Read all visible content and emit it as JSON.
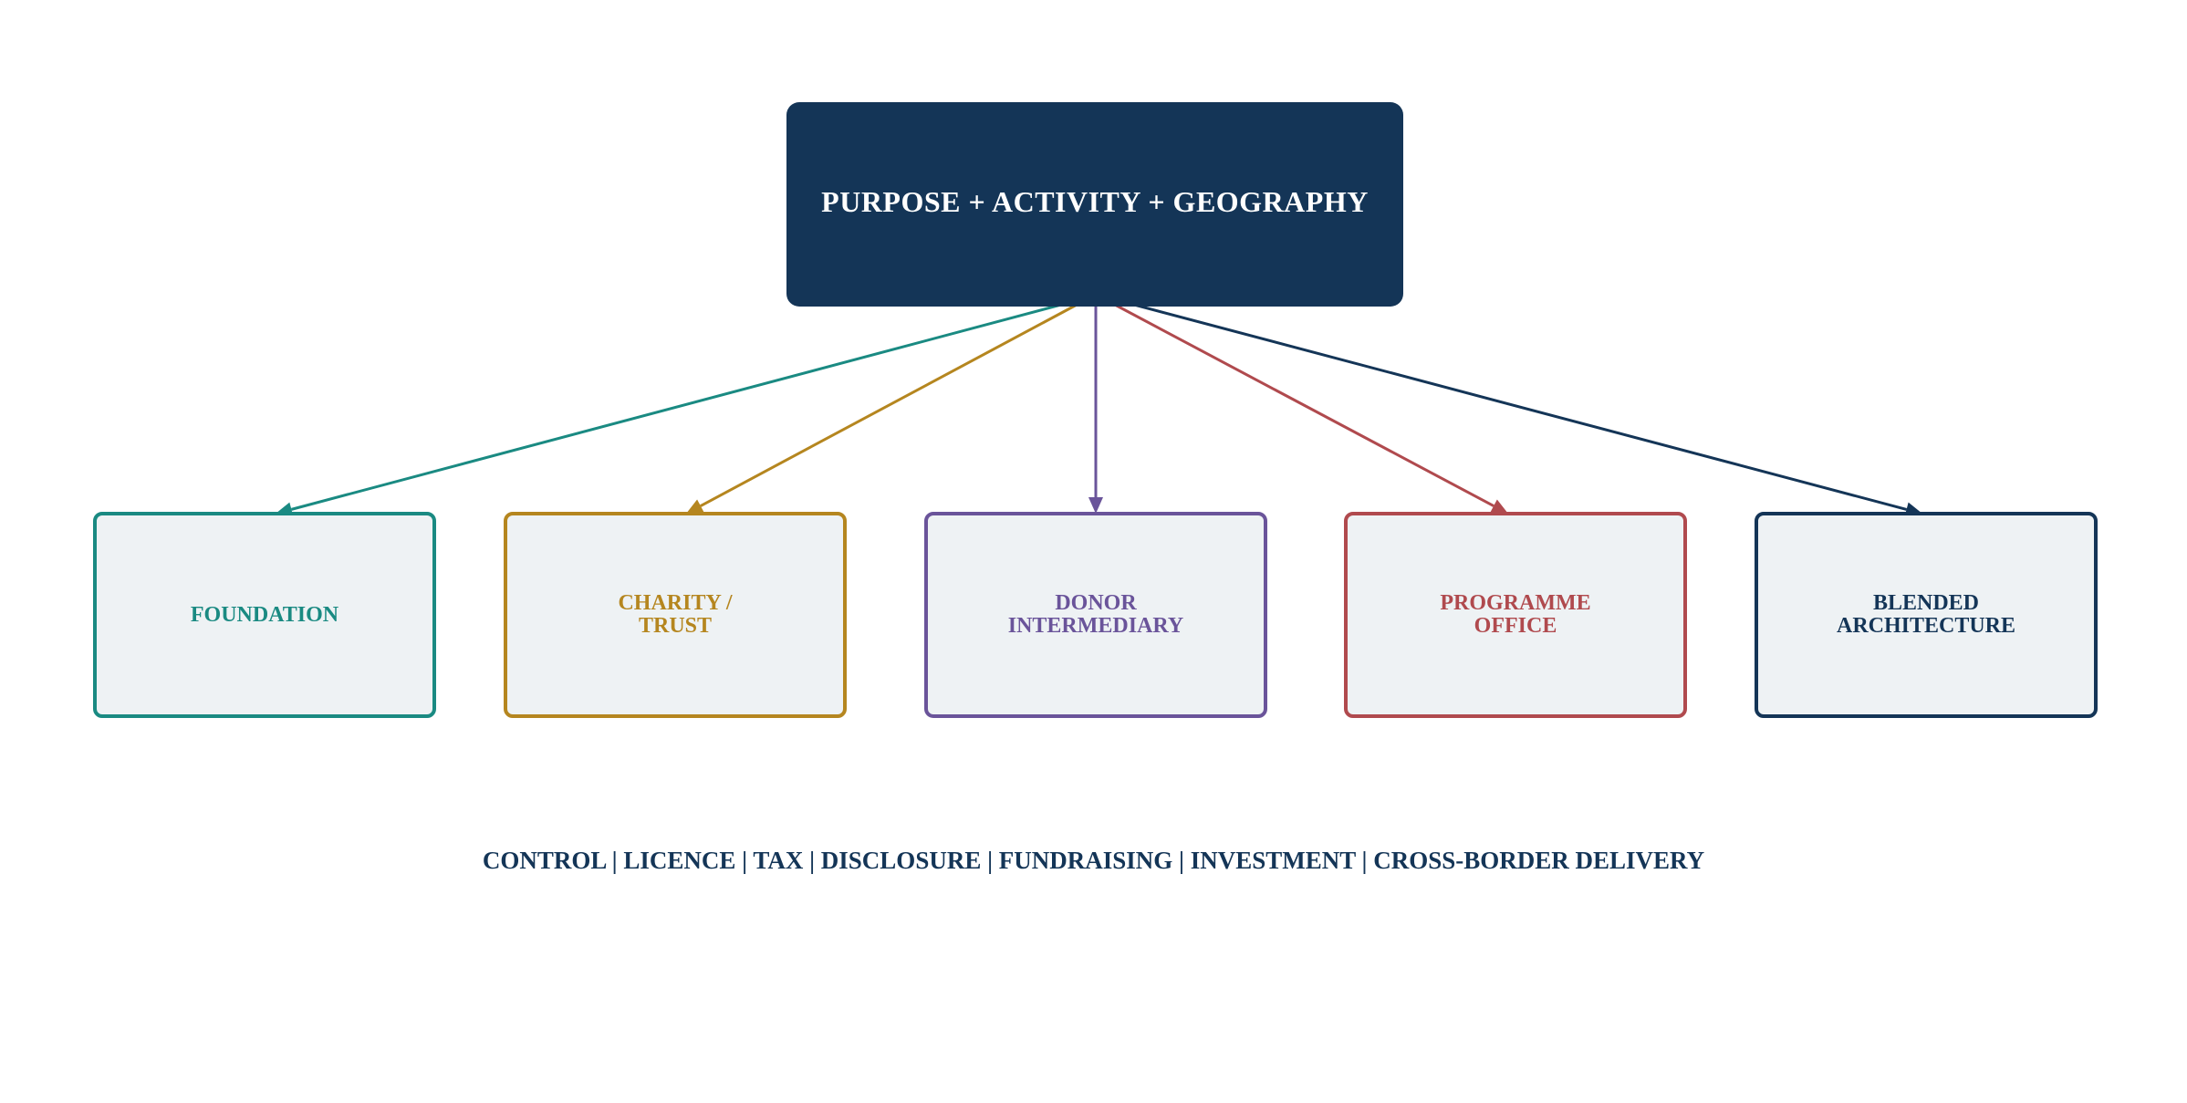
{
  "root": {
    "label": "PURPOSE + ACTIVITY + GEOGRAPHY",
    "fill": "#143557",
    "text_color": "#ffffff"
  },
  "children": [
    {
      "label": "FOUNDATION",
      "color": "#1a8a82"
    },
    {
      "label": "CHARITY /\nTRUST",
      "color": "#b5861f"
    },
    {
      "label": "DONOR\nINTERMEDIARY",
      "color": "#6a549a"
    },
    {
      "label": "PROGRAMME\nOFFICE",
      "color": "#b04a4e"
    },
    {
      "label": "BLENDED\nARCHITECTURE",
      "color": "#143557"
    }
  ],
  "footer": {
    "text": "CONTROL | LICENCE | TAX | DISCLOSURE | FUNDRAISING | INVESTMENT | CROSS-BORDER DELIVERY"
  },
  "colors": {
    "background": "#ffffff",
    "child_fill": "#eef2f4"
  }
}
